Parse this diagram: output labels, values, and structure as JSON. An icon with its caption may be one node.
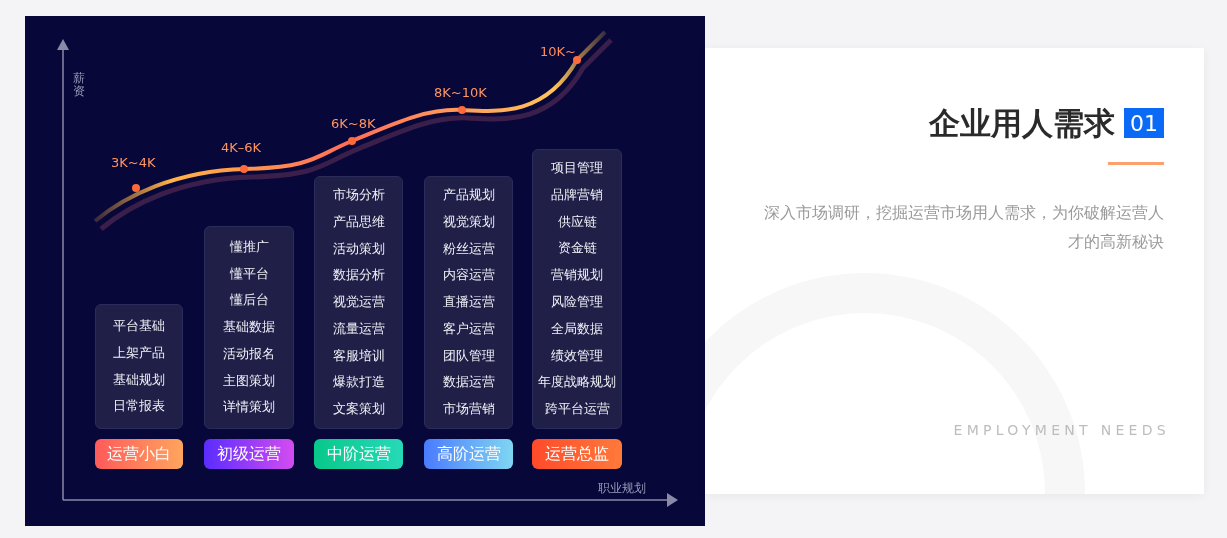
{
  "diagram": {
    "title": "企业用人需求",
    "nodes": [
      {
        "text": [
          "项目管理",
          "品牌营销",
          "供应链",
          "资金链",
          "营销规划",
          "风险管理",
          "全局数据",
          "绩效管理",
          "年度战略规划",
          "跨平台运营"
        ]
      },
      {
        "text": [
          "市场分析",
          "产品思维",
          "活动策划",
          "数据分析",
          "视觉运营",
          "流量运营",
          "客服培训",
          "爆款打造",
          "文案策划"
        ]
      },
      {
        "text": [
          "产品规划",
          "视觉策划",
          "粉丝运营",
          "内容运营",
          "直播运营",
          "客户运营",
          "团队管理",
          "数据运营",
          "市场营销"
        ]
      },
      {
        "text": [
          "懂推广",
          "懂平台",
          "懂后台",
          "基础数据",
          "活动报名",
          "主图策划",
          "详情策划"
        ]
      },
      {
        "text": [
          "平台基础",
          "上架产品",
          "基础规划",
          "日常报表"
        ]
      },
      {
        "text": [
          "运营小白"
        ]
      },
      {
        "text": [
          "初级运营"
        ]
      },
      {
        "text": [
          "中阶运营"
        ]
      },
      {
        "text": [
          "高阶运营"
        ]
      },
      {
        "text": [
          "运营总监"
        ]
      }
    ],
    "labels": [
      "10K~",
      "8K~10K",
      "6K~8K",
      "4K–6K",
      "3K~4K",
      "薪资",
      "职业规划",
      "01",
      "深入市场调研，挖掘运营市场用人需求，为你破解运营人才的高新秘诀",
      "EMPLOYMENT NEEDS"
    ]
  }
}
